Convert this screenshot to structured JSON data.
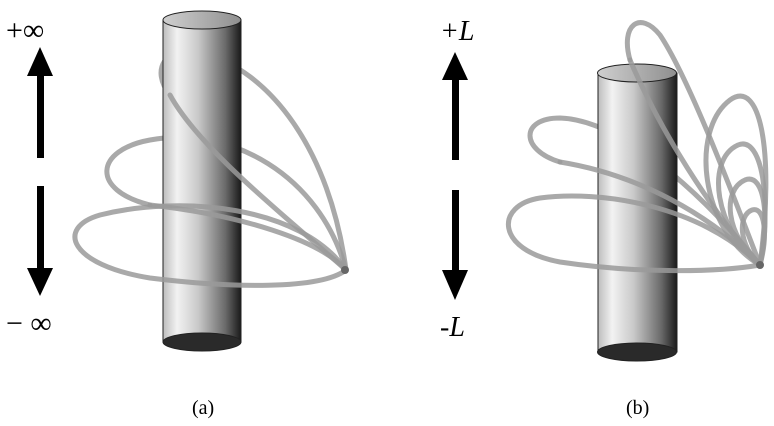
{
  "panel_a": {
    "top_label": "+∞",
    "bottom_label": "− ∞",
    "caption": "(a)"
  },
  "panel_b": {
    "top_label": "+L",
    "bottom_label": "-L",
    "caption": "(b)"
  },
  "colors": {
    "curve": "#9a9a9a",
    "arrow": "#000000",
    "cylinder_dark": "#1a1a1a",
    "cylinder_light": "#f2f2f2"
  }
}
